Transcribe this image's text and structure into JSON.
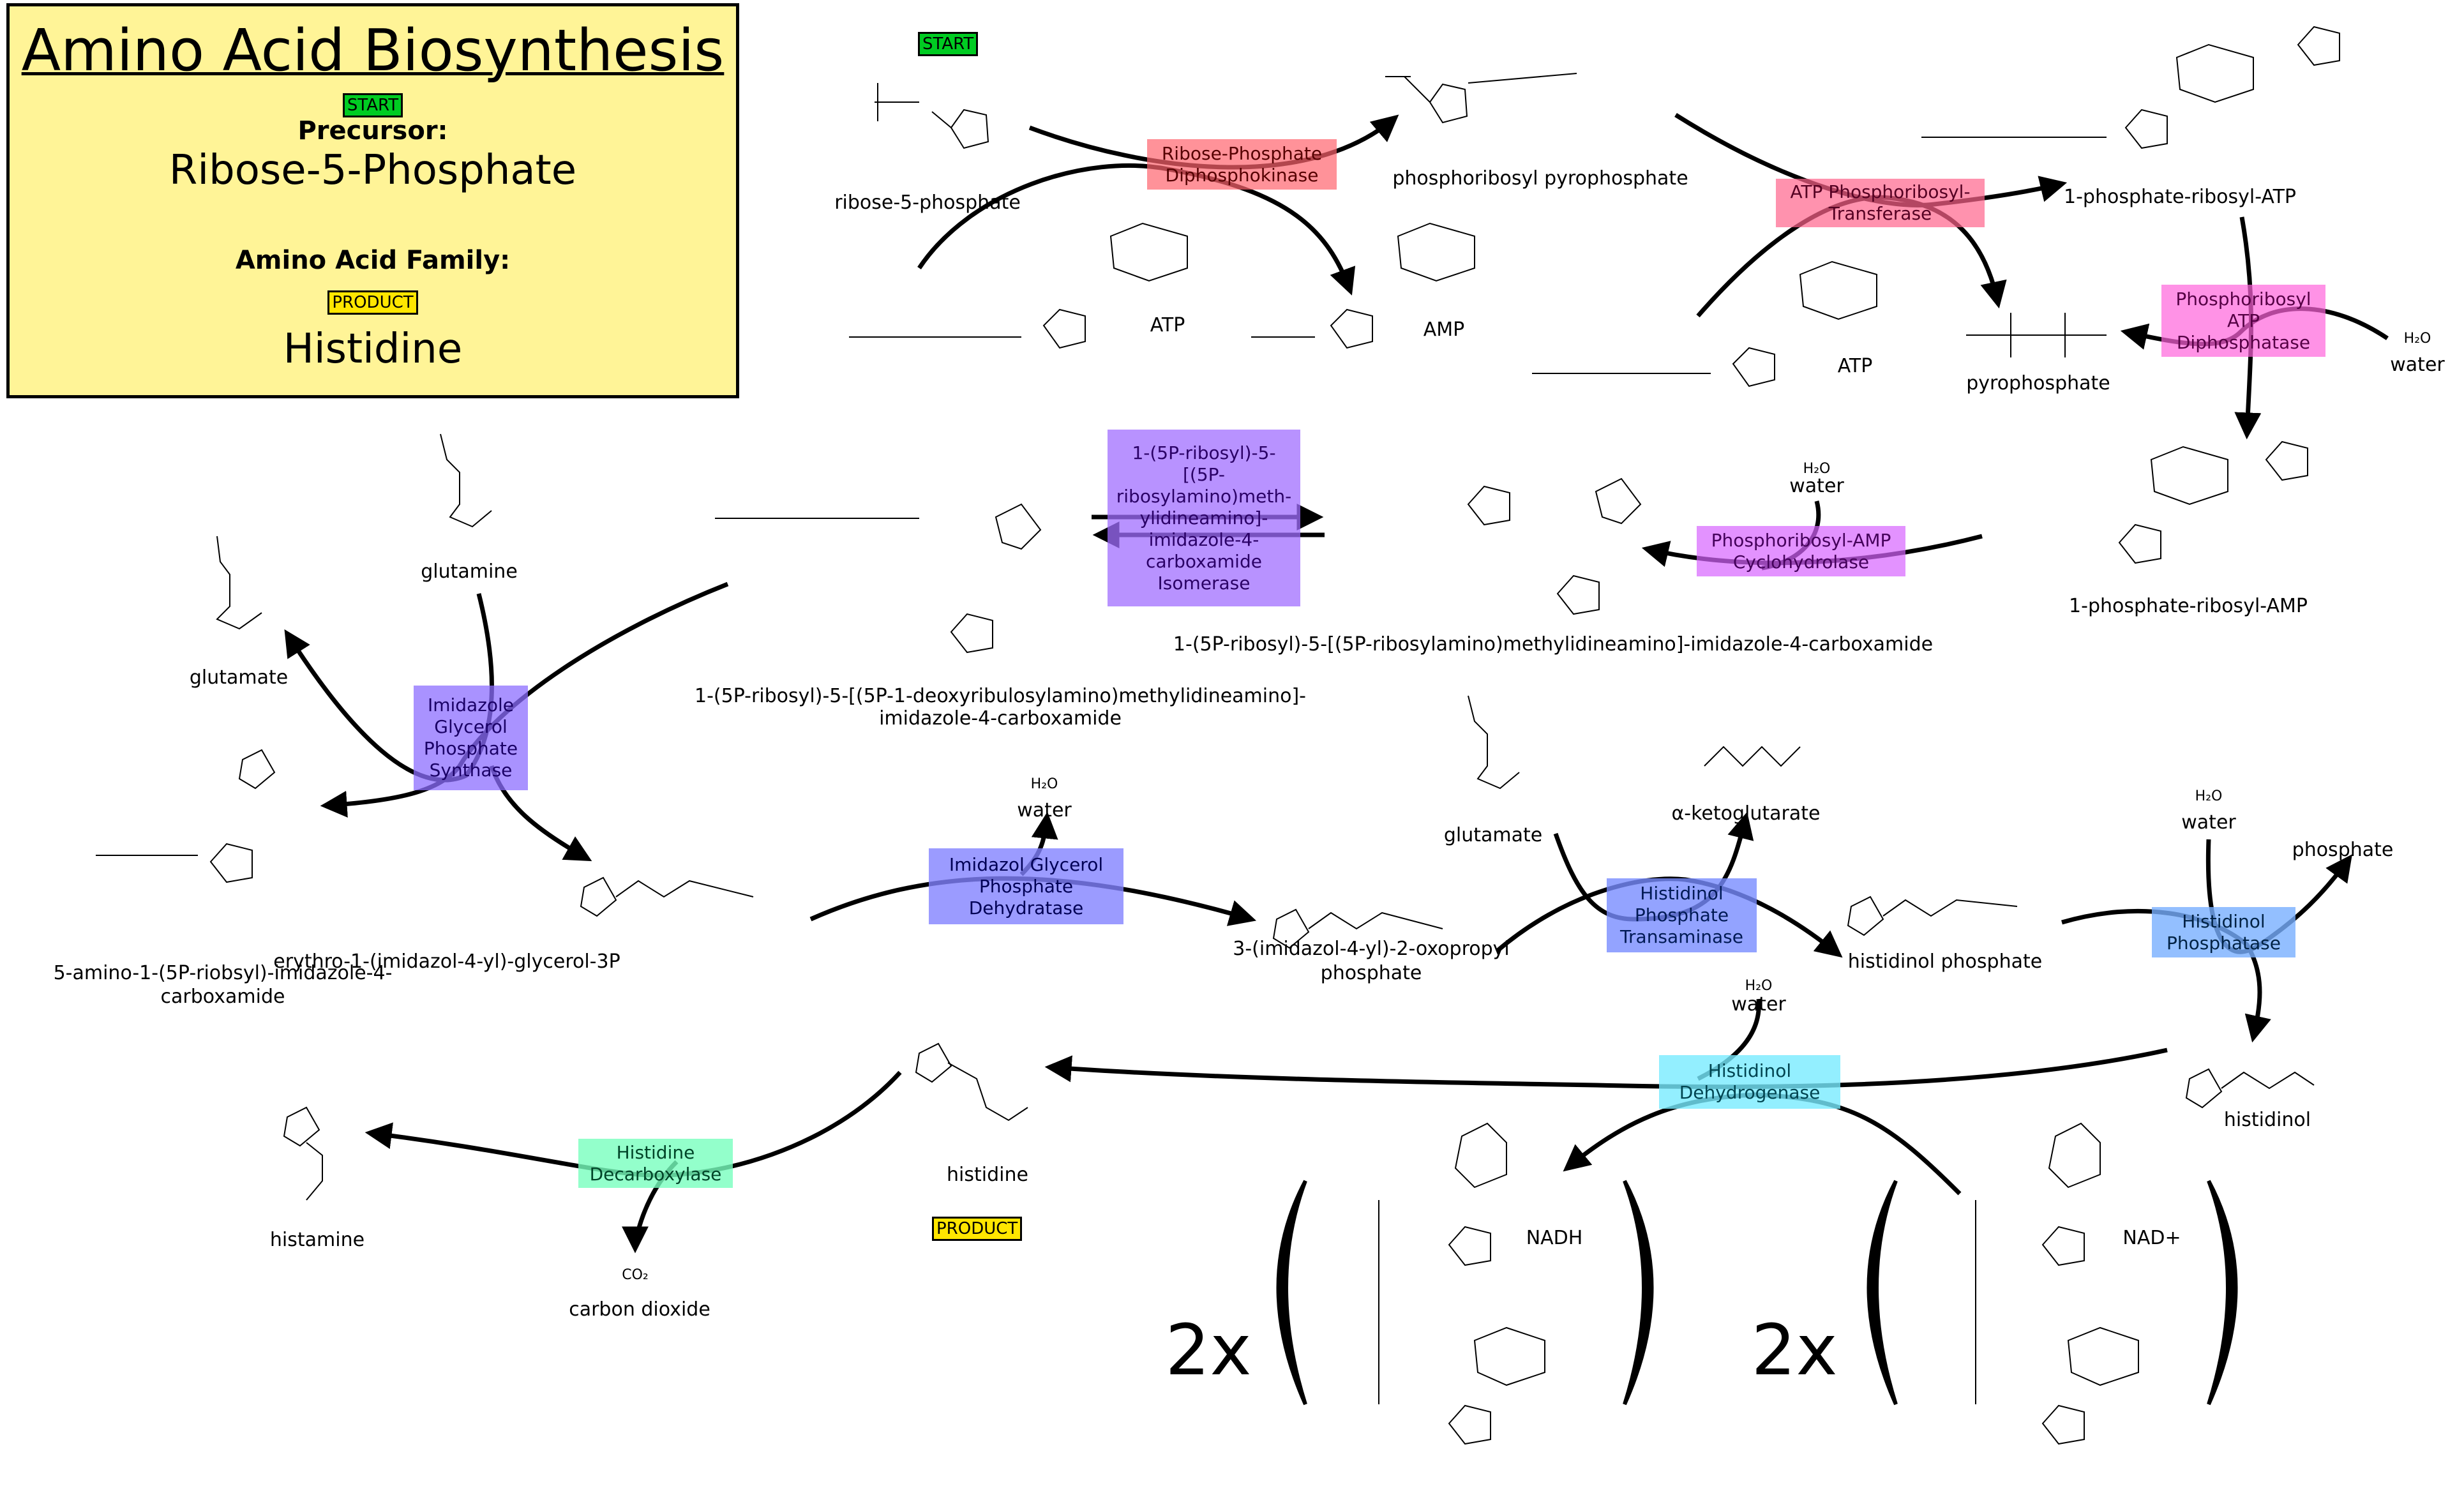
{
  "title_card": {
    "title": "Amino Acid Biosynthesis",
    "start_tag": "START",
    "precursor_heading": "Precursor:",
    "precursor": "Ribose-5-Phosphate",
    "family_heading": "Amino Acid Family:",
    "product_tag": "PRODUCT",
    "family": "Histidine"
  },
  "tags": {
    "start": "START",
    "product": "PRODUCT"
  },
  "colors": {
    "start": "#00cc22",
    "product": "#ffe600",
    "title_bg": "#fff497"
  },
  "compounds": {
    "ribose_5_phosphate": "ribose-5-phosphate",
    "prpp": "phosphoribosyl pyrophosphate",
    "atp_1": "ATP",
    "amp": "AMP",
    "pr_atp": "1-phosphate-ribosyl-ATP",
    "atp_2": "ATP",
    "pyrophosphate": "pyrophosphate",
    "water_1": "water",
    "pr_amp": "1-phosphate-ribosyl-AMP",
    "water_2": "water",
    "profar": "1-(5P-ribosyl)-5-[(5P-ribosylamino)methylidineamino]-imidazole-4-carboxamide",
    "prfar_line1": "1-(5P-ribosyl)-5-[(5P-1-deoxyribulosylamino)methylidineamino]-",
    "prfar_line2": "imidazole-4-carboxamide",
    "glutamine": "glutamine",
    "glutamate_1": "glutamate",
    "aicar_line1": "5-amino-1-(5P-riobsyl)-imidazole-4-",
    "aicar_line2": "carboxamide",
    "igp": "erythro-1-(imidazol-4-yl)-glycerol-3P",
    "water_3": "water",
    "iap_line1": "3-(imidazol-4-yl)-2-oxopropyl",
    "iap_line2": "phosphate",
    "glutamate_2": "glutamate",
    "akg": "α-ketoglutarate",
    "histidinol_phosphate": "histidinol phosphate",
    "water_4": "water",
    "phosphate": "phosphate",
    "histidinol": "histidinol",
    "water_5": "water",
    "histidine": "histidine",
    "histamine": "histamine",
    "co2": "carbon dioxide",
    "nadh": "NADH",
    "nad": "NAD+",
    "multiplier_nadh": "2x",
    "multiplier_nad": "2x"
  },
  "formulas": {
    "water": "H₂O",
    "co2": "CO₂"
  },
  "enzymes": [
    {
      "id": "rpd",
      "label": "Ribose-Phosphate\nDiphosphokinase",
      "color": "#ff8f96",
      "line": "#d40000"
    },
    {
      "id": "atp_prt",
      "label": "ATP Phosphoribosyl-\nTransferase",
      "color": "#ff8fa8",
      "line": "#d4005a"
    },
    {
      "id": "pr_atp_pp",
      "label": "Phosphoribosyl\nATP\nDiphosphatase",
      "color": "#ff8fe4",
      "line": "#d400b8"
    },
    {
      "id": "pr_amp_ch",
      "label": "Phosphoribosyl-AMP\nCyclohydrolase",
      "color": "#e28fff",
      "line": "#a000d4"
    },
    {
      "id": "isomerase",
      "label": "1-(5P-ribosyl)-5-\n[(5P-\nribosylamino)meth-\nylidineamino]-\nimidazole-4-\ncarboxamide\nIsomerase",
      "color": "#b58fff",
      "line": "#6a00d4"
    },
    {
      "id": "igp_synthase",
      "label": "Imidazole\nGlycerol\nPhosphate\nSynthase",
      "color": "#a08fff",
      "line": "#3a00d4"
    },
    {
      "id": "igp_dehydratase",
      "label": "Imidazol Glycerol\nPhosphate\nDehydratase",
      "color": "#9696ff",
      "line": "#0000d4"
    },
    {
      "id": "hp_transaminase",
      "label": "Histidinol\nPhosphate\nTransaminase",
      "color": "#8fa0ff",
      "line": "#0033d4"
    },
    {
      "id": "h_phosphatase",
      "label": "Histidinol\nPhosphatase",
      "color": "#8fbfff",
      "line": "#0070d4"
    },
    {
      "id": "h_dehydrogenase",
      "label": "Histidinol\nDehydrogenase",
      "color": "#8ff0ff",
      "line": "#00c4d4"
    },
    {
      "id": "h_decarboxylase",
      "label": "Histidine\nDecarboxylase",
      "color": "#8fffc8",
      "line": "#00cc88"
    }
  ]
}
